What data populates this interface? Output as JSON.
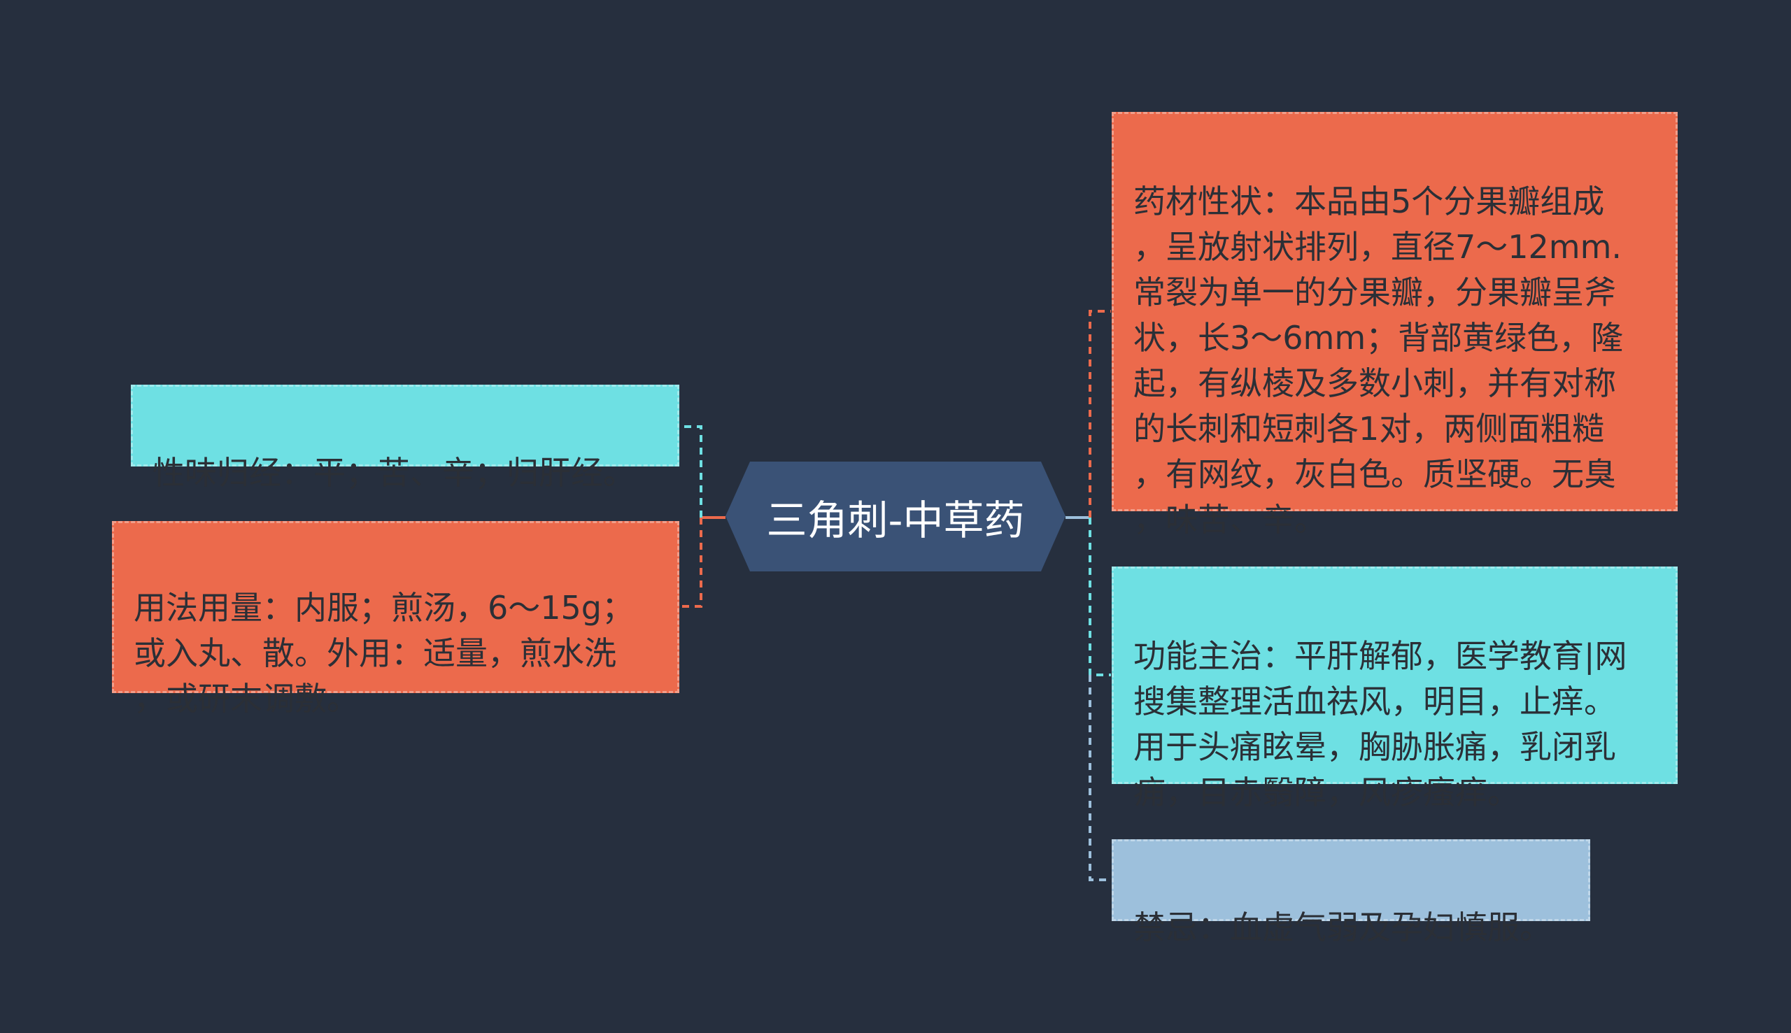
{
  "colors": {
    "background": "#262f3e",
    "center_fill": "#3a5276",
    "orange": "#ec6a4c",
    "cyan": "#6ee0e3",
    "lightblue": "#9dc0dc"
  },
  "center": {
    "label": "三角刺-中草药"
  },
  "nodes": {
    "left_1": {
      "text": "性味归经：平；苦、辛；归肝经。"
    },
    "left_2": {
      "text": "用法用量：内服；煎汤，6～15g；\n或入丸、散。外用：适量，煎水洗\n，或研末调敷。"
    },
    "right_1": {
      "text": "药材性状：本品由5个分果瓣组成\n，呈放射状排列，直径7～12mm.\n常裂为单一的分果瓣，分果瓣呈斧\n状，长3～6mm；背部黄绿色，隆\n起，有纵棱及多数小刺，并有对称\n的长刺和短刺各1对，两侧面粗糙\n，有网纹，灰白色。质坚硬。无臭\n，味苦、辛。"
    },
    "right_2": {
      "text": "功能主治：平肝解郁，医学教育|网\n搜集整理活血祛风，明目，止痒。\n用于头痛眩晕，胸胁胀痛，乳闭乳\n痈，目赤翳障，风疹瘙痒。"
    },
    "right_3": {
      "text": "禁忌：血虚气弱及孕妇慎服。"
    }
  }
}
